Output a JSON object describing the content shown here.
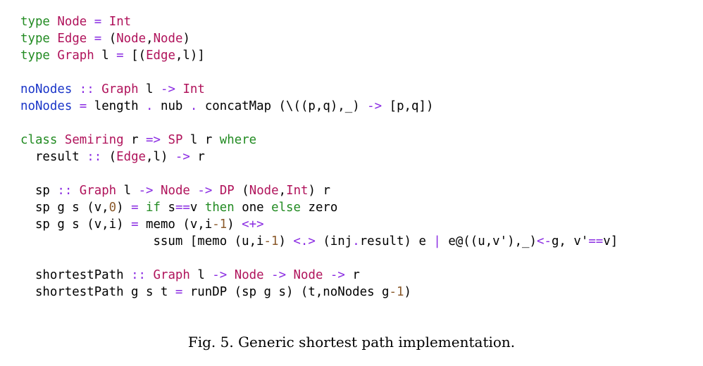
{
  "code_lines": [
    [
      {
        "t": "type",
        "c": "kw"
      },
      {
        "t": " "
      },
      {
        "t": "Node",
        "c": "ty"
      },
      {
        "t": " "
      },
      {
        "t": "=",
        "c": "op"
      },
      {
        "t": " "
      },
      {
        "t": "Int",
        "c": "ty"
      }
    ],
    [
      {
        "t": "type",
        "c": "kw"
      },
      {
        "t": " "
      },
      {
        "t": "Edge",
        "c": "ty"
      },
      {
        "t": " "
      },
      {
        "t": "=",
        "c": "op"
      },
      {
        "t": " ("
      },
      {
        "t": "Node",
        "c": "ty"
      },
      {
        "t": ","
      },
      {
        "t": "Node",
        "c": "ty"
      },
      {
        "t": ")"
      }
    ],
    [
      {
        "t": "type",
        "c": "kw"
      },
      {
        "t": " "
      },
      {
        "t": "Graph",
        "c": "ty"
      },
      {
        "t": " l "
      },
      {
        "t": "=",
        "c": "op"
      },
      {
        "t": " [("
      },
      {
        "t": "Edge",
        "c": "ty"
      },
      {
        "t": ",l)]"
      }
    ],
    [],
    [
      {
        "t": "noNodes",
        "c": "fn"
      },
      {
        "t": " "
      },
      {
        "t": "::",
        "c": "op"
      },
      {
        "t": " "
      },
      {
        "t": "Graph",
        "c": "ty"
      },
      {
        "t": " l "
      },
      {
        "t": "->",
        "c": "op"
      },
      {
        "t": " "
      },
      {
        "t": "Int",
        "c": "ty"
      }
    ],
    [
      {
        "t": "noNodes",
        "c": "fn"
      },
      {
        "t": " "
      },
      {
        "t": "=",
        "c": "op"
      },
      {
        "t": " length "
      },
      {
        "t": ".",
        "c": "op"
      },
      {
        "t": " nub "
      },
      {
        "t": ".",
        "c": "op"
      },
      {
        "t": " concatMap (\\((p,q),_) "
      },
      {
        "t": "->",
        "c": "op"
      },
      {
        "t": " [p,q])"
      }
    ],
    [],
    [
      {
        "t": "class",
        "c": "kw"
      },
      {
        "t": " "
      },
      {
        "t": "Semiring",
        "c": "ty"
      },
      {
        "t": " r "
      },
      {
        "t": "=>",
        "c": "op"
      },
      {
        "t": " "
      },
      {
        "t": "SP",
        "c": "ty"
      },
      {
        "t": " l r "
      },
      {
        "t": "where",
        "c": "kw"
      }
    ],
    [
      {
        "t": "  result "
      },
      {
        "t": "::",
        "c": "op"
      },
      {
        "t": " ("
      },
      {
        "t": "Edge",
        "c": "ty"
      },
      {
        "t": ",l) "
      },
      {
        "t": "->",
        "c": "op"
      },
      {
        "t": " r"
      }
    ],
    [],
    [
      {
        "t": "  sp "
      },
      {
        "t": "::",
        "c": "op"
      },
      {
        "t": " "
      },
      {
        "t": "Graph",
        "c": "ty"
      },
      {
        "t": " l "
      },
      {
        "t": "->",
        "c": "op"
      },
      {
        "t": " "
      },
      {
        "t": "Node",
        "c": "ty"
      },
      {
        "t": " "
      },
      {
        "t": "->",
        "c": "op"
      },
      {
        "t": " "
      },
      {
        "t": "DP",
        "c": "ty"
      },
      {
        "t": " ("
      },
      {
        "t": "Node",
        "c": "ty"
      },
      {
        "t": ","
      },
      {
        "t": "Int",
        "c": "ty"
      },
      {
        "t": ") r"
      }
    ],
    [
      {
        "t": "  sp g s (v,"
      },
      {
        "t": "0",
        "c": "num"
      },
      {
        "t": ") "
      },
      {
        "t": "=",
        "c": "op"
      },
      {
        "t": " "
      },
      {
        "t": "if",
        "c": "kw"
      },
      {
        "t": " s"
      },
      {
        "t": "==",
        "c": "op"
      },
      {
        "t": "v "
      },
      {
        "t": "then",
        "c": "kw"
      },
      {
        "t": " one "
      },
      {
        "t": "else",
        "c": "kw"
      },
      {
        "t": " zero"
      }
    ],
    [
      {
        "t": "  sp g s (v,i) "
      },
      {
        "t": "=",
        "c": "op"
      },
      {
        "t": " memo (v,i"
      },
      {
        "t": "-1",
        "c": "num"
      },
      {
        "t": ") "
      },
      {
        "t": "<+>",
        "c": "op"
      }
    ],
    [
      {
        "t": "                  ssum [memo (u,i"
      },
      {
        "t": "-1",
        "c": "num"
      },
      {
        "t": ") "
      },
      {
        "t": "<.>",
        "c": "op"
      },
      {
        "t": " (inj"
      },
      {
        "t": ".",
        "c": "op"
      },
      {
        "t": "result) e "
      },
      {
        "t": "|",
        "c": "op"
      },
      {
        "t": " e@((u,v'),_)"
      },
      {
        "t": "<-",
        "c": "op"
      },
      {
        "t": "g, v'"
      },
      {
        "t": "==",
        "c": "op"
      },
      {
        "t": "v]"
      }
    ],
    [],
    [
      {
        "t": "  shortestPath "
      },
      {
        "t": "::",
        "c": "op"
      },
      {
        "t": " "
      },
      {
        "t": "Graph",
        "c": "ty"
      },
      {
        "t": " l "
      },
      {
        "t": "->",
        "c": "op"
      },
      {
        "t": " "
      },
      {
        "t": "Node",
        "c": "ty"
      },
      {
        "t": " "
      },
      {
        "t": "->",
        "c": "op"
      },
      {
        "t": " "
      },
      {
        "t": "Node",
        "c": "ty"
      },
      {
        "t": " "
      },
      {
        "t": "->",
        "c": "op"
      },
      {
        "t": " r"
      }
    ],
    [
      {
        "t": "  shortestPath g s t "
      },
      {
        "t": "=",
        "c": "op"
      },
      {
        "t": " runDP (sp g s) (t,noNodes g"
      },
      {
        "t": "-1",
        "c": "num"
      },
      {
        "t": ")"
      }
    ]
  ],
  "caption": "Fig. 5.  Generic shortest path implementation."
}
